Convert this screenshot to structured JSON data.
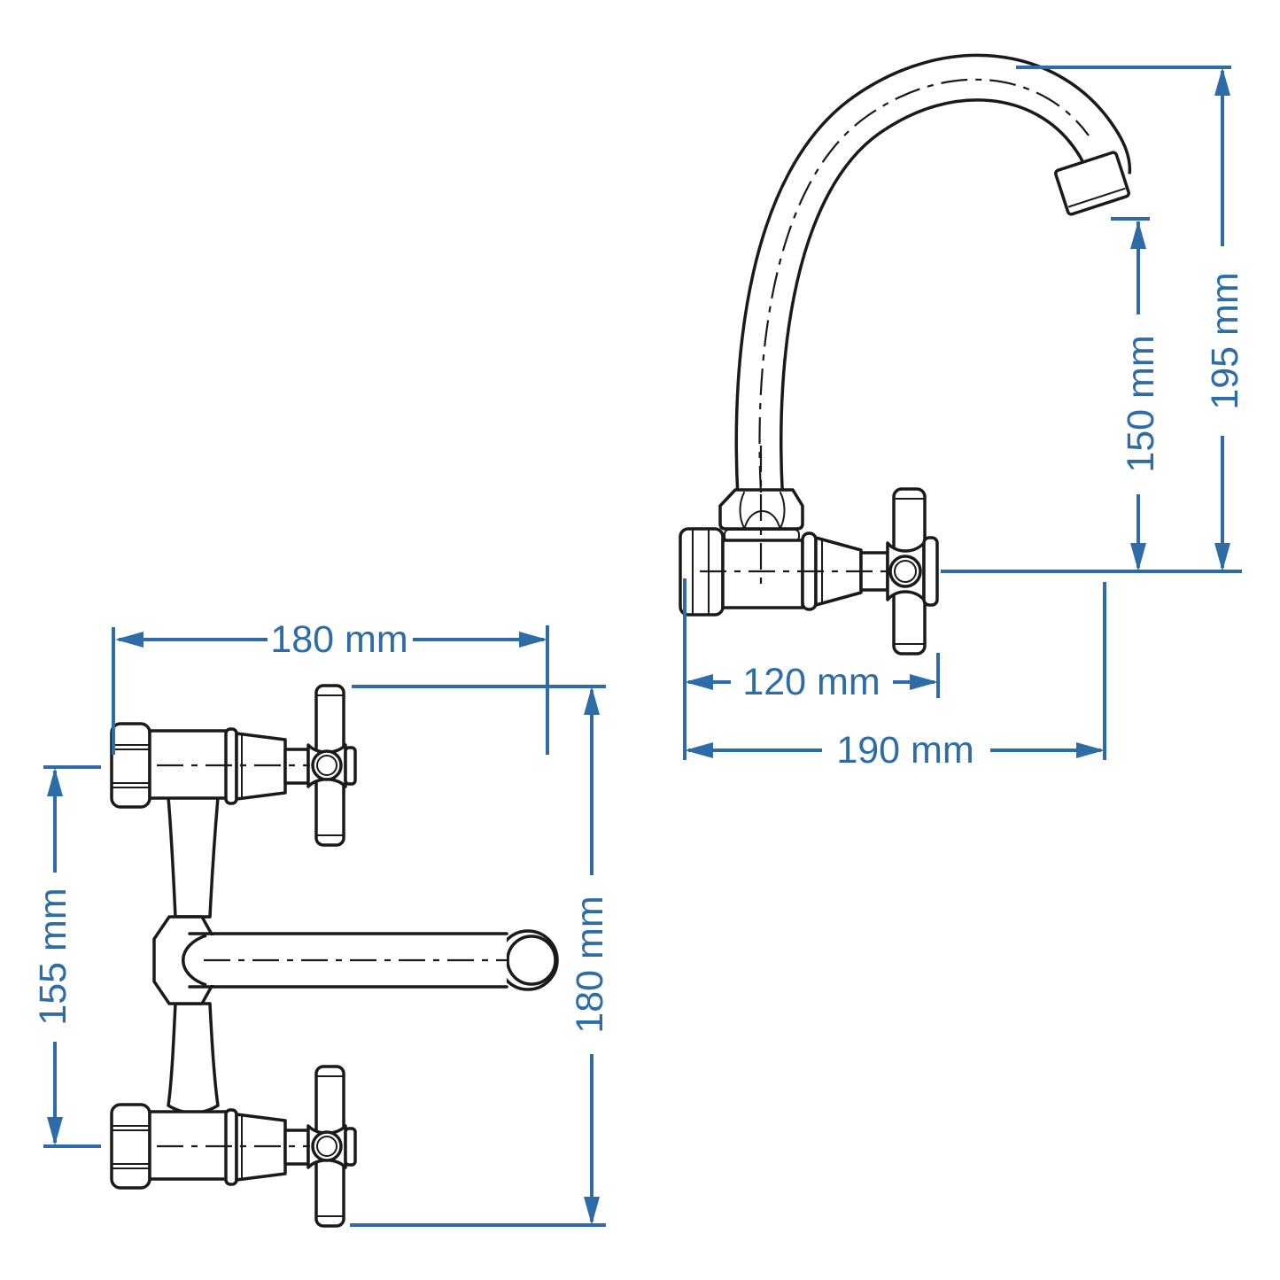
{
  "colors": {
    "dim": "#2d6ca6",
    "ink": "#1a1a1a",
    "paper": "#ffffff"
  },
  "drawing": {
    "side_view": {
      "dims": {
        "outlet_height": "150 mm",
        "total_height": "195 mm",
        "body_depth": "120 mm",
        "spout_reach": "190 mm"
      }
    },
    "top_view": {
      "dims": {
        "width": "180 mm",
        "inlet_spacing": "155 mm",
        "height": "180 mm"
      }
    }
  }
}
